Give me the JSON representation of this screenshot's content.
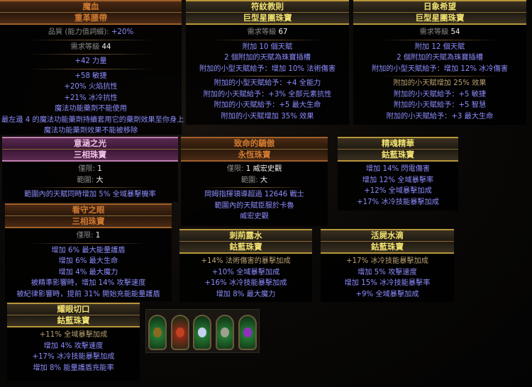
{
  "panels": [
    {
      "rarity": "unique",
      "name": "魔血",
      "base": "重革腰帶",
      "sections": [
        [
          {
            "label": "品質 (能力值詞綴): ",
            "value": "+20%",
            "valcls": "mod"
          }
        ],
        [
          {
            "label": "需求等級 ",
            "value": "44"
          }
        ],
        [
          {
            "text": "+42 力量",
            "cls": "mod"
          }
        ],
        [
          {
            "text": "+58 敏捷",
            "cls": "mod"
          },
          {
            "text": "+20% 火焰抗性",
            "cls": "mod"
          },
          {
            "text": "+21% 冰冷抗性",
            "cls": "mod"
          },
          {
            "text": "魔法功能藥劑不能使用",
            "cls": "mod"
          },
          {
            "text": "最左邊 4 的魔法功能藥劑持續套用它的藥劑效果至你身上",
            "cls": "mod"
          },
          {
            "text": "魔法功能藥劑效果不能被移除",
            "cls": "mod"
          }
        ]
      ]
    },
    {
      "rarity": "rare",
      "name": "符紋教則",
      "base": "巨型星團珠寶",
      "sections": [
        [
          {
            "label": "需求等級 ",
            "value": "67"
          }
        ],
        [
          {
            "text": "附加 10 個天賦",
            "cls": "mod"
          },
          {
            "text": "2 個附加的天賦為珠寶插槽",
            "cls": "mod"
          },
          {
            "text": "附加的小型天賦給予：增加 10% 法術傷害",
            "cls": "mod"
          }
        ],
        [
          {
            "text": "附加的小型天賦給予：+4 全能力",
            "cls": "mod"
          },
          {
            "text": "附加的小天賦給予：+3% 全部元素抗性",
            "cls": "mod"
          },
          {
            "text": "附加的小天賦給予：+5 最大生命",
            "cls": "mod"
          },
          {
            "text": "附加的小天賦增加 35% 效果",
            "cls": "mod"
          }
        ]
      ]
    },
    {
      "rarity": "rare",
      "name": "日象希望",
      "base": "巨型星團珠寶",
      "sections": [
        [
          {
            "label": "需求等級 ",
            "value": "54"
          }
        ],
        [
          {
            "text": "附加 12 個天賦",
            "cls": "mod"
          },
          {
            "text": "2 個附加的天賦為珠寶插槽",
            "cls": "mod"
          },
          {
            "text": "附加的小型天賦給予：增加 12% 冰冷傷害",
            "cls": "mod"
          }
        ],
        [
          {
            "text": "附加的小天賦增加 25% 效果",
            "cls": "imp"
          },
          {
            "text": "附加的小天賦給予：+5 敏捷",
            "cls": "mod"
          },
          {
            "text": "附加的小天賦給予：+5 智慧",
            "cls": "mod"
          },
          {
            "text": "附加的小天賦給予：+3 最大生命",
            "cls": "mod"
          }
        ]
      ]
    },
    {
      "rarity": "foil",
      "name": "意涵之光",
      "base": "三相珠寶",
      "sections": [
        [
          {
            "label": "僅限: ",
            "value": "1"
          },
          {
            "label": "範圍: ",
            "value": "大"
          }
        ],
        [
          {
            "text": "範圍內的天賦同時增加 5% 全域暴擊機率",
            "cls": "mod"
          }
        ]
      ]
    },
    {
      "rarity": "unique",
      "name": "致命的驕傲",
      "base": "永恆珠寶",
      "sections": [
        [
          {
            "label": "僅限: ",
            "value": "1 威宏史觀"
          },
          {
            "label": "範圍: ",
            "value": "大"
          }
        ],
        [
          {
            "text": "岡姆指揮領導超過 12646 戰士",
            "cls": "mod"
          },
          {
            "text": "範圍內的天賦臣服於卡魯",
            "cls": "mod"
          },
          {
            "text": "威宏史觀",
            "cls": "mod"
          }
        ]
      ]
    },
    {
      "rarity": "rare",
      "name": "精魂精華",
      "base": "鈷藍珠寶",
      "sections": [
        [
          {
            "text": "增加 14% 閃電傷害",
            "cls": "mod"
          },
          {
            "text": "增加 12% 全域暴擊率",
            "cls": "mod"
          },
          {
            "text": "+12% 全域暴擊加成",
            "cls": "mod"
          },
          {
            "text": "+17% 冰冷技能暴擊加成",
            "cls": "mod"
          }
        ]
      ]
    },
    {
      "rarity": "unique",
      "name": "看守之眼",
      "base": "三相珠寶",
      "sections": [
        [
          {
            "label": "僅限: ",
            "value": "1"
          }
        ],
        [
          {
            "text": "增加 6% 最大能量護盾",
            "cls": "mod"
          },
          {
            "text": "增加 6% 最大生命",
            "cls": "mod"
          },
          {
            "text": "增加 4% 最大魔力",
            "cls": "mod"
          },
          {
            "text": "被精準影響時，增加 14% 攻擊速度",
            "cls": "mod"
          },
          {
            "text": "被紀律影響時，提前 31% 開始充能能量護盾",
            "cls": "mod"
          }
        ]
      ]
    },
    {
      "rarity": "rare",
      "name": "刺荊露水",
      "base": "鈷藍珠寶",
      "sections": [
        [
          {
            "text": "+14% 法術傷害的暴擊加成",
            "cls": "imp"
          },
          {
            "text": "+10% 全域暴擊加成",
            "cls": "mod"
          },
          {
            "text": "+16% 冰冷技能暴擊加成",
            "cls": "mod"
          },
          {
            "text": "增加 8% 最大魔力",
            "cls": "mod"
          }
        ]
      ]
    },
    {
      "rarity": "rare",
      "name": "活屍水滴",
      "base": "鈷藍珠寶",
      "sections": [
        [
          {
            "text": "+17% 冰冷技能暴擊加成",
            "cls": "imp"
          },
          {
            "text": "增加 5% 攻擊速度",
            "cls": "mod"
          },
          {
            "text": "增加 15% 冰冷技能暴擊率",
            "cls": "mod"
          },
          {
            "text": "+9% 全域暴擊加成",
            "cls": "mod"
          }
        ]
      ]
    },
    {
      "rarity": "rare",
      "name": "耀眼切口",
      "base": "鈷藍珠寶",
      "sections": [
        [
          {
            "text": "+11% 全域暴擊加成",
            "cls": "imp"
          },
          {
            "text": "增加 4% 攻擊速度",
            "cls": "mod"
          },
          {
            "text": "+17% 冰冷技能暴擊加成",
            "cls": "mod"
          },
          {
            "text": "增加 8% 能量護盾充能率",
            "cls": "mod"
          }
        ]
      ]
    }
  ],
  "flasks": [
    {
      "icon": "trophy-flask-icon",
      "liquid": "#2a8a3a",
      "gem": "#8a6a20"
    },
    {
      "icon": "red-bottle-flask-icon",
      "liquid": "#a82a1a",
      "gem": "#c04020"
    },
    {
      "icon": "diamond-flask-icon",
      "liquid": "#2a8a3a",
      "gem": "#c8d0f0"
    },
    {
      "icon": "bust-flask-icon",
      "liquid": "#2a8a3a",
      "gem": "#a0a090"
    },
    {
      "icon": "amethyst-flask-icon",
      "liquid": "#2a8a3a",
      "gem": "#9030c0"
    }
  ]
}
